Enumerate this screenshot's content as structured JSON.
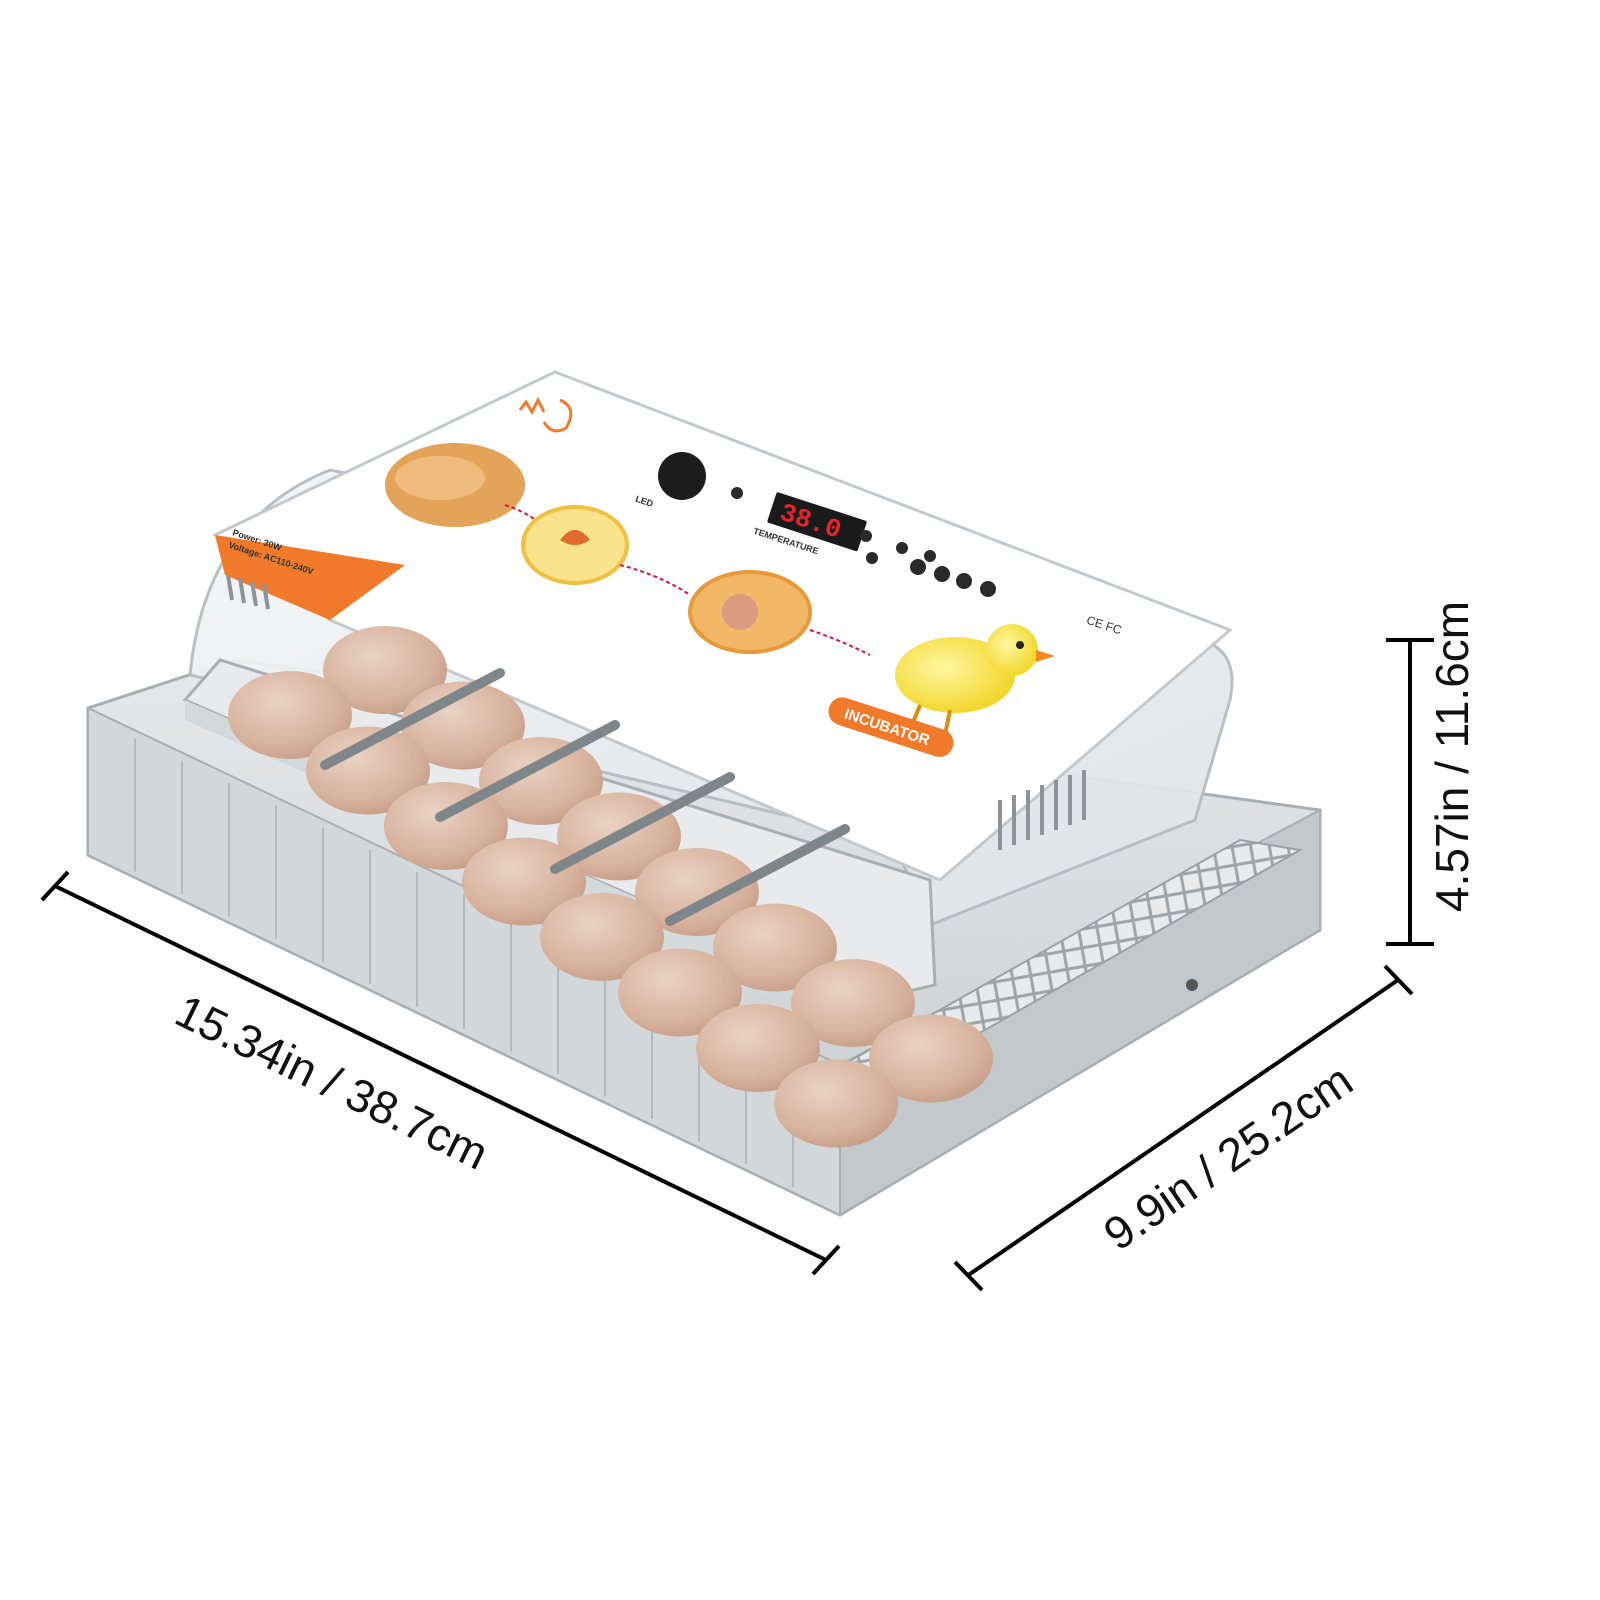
{
  "panel": {
    "led_label": "LED",
    "temperature_label": "TEMPERATURE",
    "display_value": "38.0",
    "badge_text": "INCUBATOR",
    "cert_text": "CE FC",
    "spec_lines": [
      "Power: 30W",
      "Voltage: AC110-240V"
    ]
  },
  "dimensions": {
    "length": "15.34in / 38.7cm",
    "width": "9.9in / 25.2cm",
    "height": "4.57in / 11.6cm"
  },
  "eggs": {
    "count": 16
  },
  "colors": {
    "accent": "#f07a2a",
    "display": "#e8242a",
    "egg": "#d9b8a4",
    "tray": "#cfd3d6",
    "chick": "#f5e23a"
  }
}
